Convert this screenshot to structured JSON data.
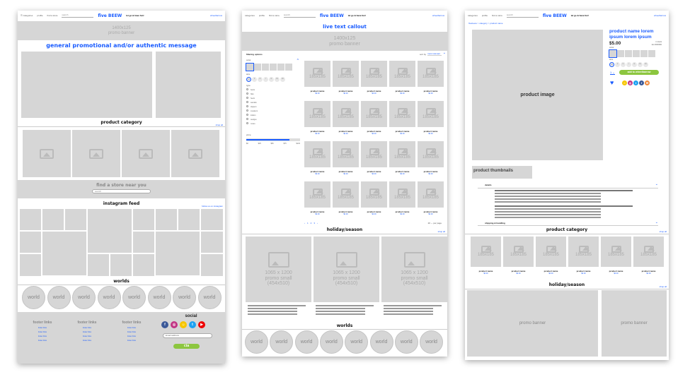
{
  "nav": {
    "categories": "categories",
    "profile": "profile",
    "store": "find a store",
    "search_placeholder": "search",
    "logo": "five BEEW",
    "tagline": "let go & have fun!",
    "wheelbarrow": "wheelbarrow"
  },
  "home": {
    "banner_size": "1400x125",
    "banner_label": "promo banner",
    "message": "general promotional and/or authentic message",
    "product_category": "product category",
    "shop_all": "shop all",
    "store_title": "find a store near you",
    "store_search": "search",
    "instagram": "instagram feed",
    "follow": "follow us on instagram",
    "worlds": "worlds",
    "world_items": [
      "world",
      "world",
      "world",
      "world",
      "world",
      "world",
      "world",
      "world"
    ],
    "footer_cols": [
      {
        "title": "footer links",
        "links": [
          "footer links",
          "footer links",
          "footer links",
          "footer links"
        ]
      },
      {
        "title": "footer links",
        "links": [
          "footer links",
          "footer links",
          "footer links",
          "footer links"
        ]
      },
      {
        "title": "footer links",
        "links": [
          "footer links",
          "footer links",
          "footer links",
          "footer links"
        ]
      }
    ],
    "social": "social",
    "email_placeholder": "Email address",
    "cta": "cta"
  },
  "plp": {
    "callout": "live text callout",
    "banner_size": "1400x125",
    "banner_label": "promo banner",
    "filter_title": "filtering options",
    "sort_label": "sort by",
    "sort_value": "most relevant",
    "color_label": "color",
    "size_label": "size",
    "sizes": [
      "XS",
      "S",
      "M",
      "L",
      "XL",
      "2XL",
      "3XL"
    ],
    "type_label": "type",
    "types": [
      "boots",
      "flats",
      "heels",
      "sandals",
      "slippers",
      "sneakers",
      "loafers",
      "wedges",
      "mules"
    ],
    "price_label": "price",
    "price_ticks": [
      "$0",
      "$25",
      "$50",
      "$75",
      "$100"
    ],
    "tile_size": "185x185",
    "tile_name": "product name",
    "tile_price": "$0.00",
    "pages": [
      "1",
      "2",
      "3"
    ],
    "per_page_label": "per page",
    "per_page": "20",
    "holiday": "holiday/season",
    "shop_all": "shop all",
    "promo": [
      "1065 x 1200",
      "promo small",
      "(454x510)"
    ],
    "worlds": "worlds",
    "world_items": [
      "world",
      "world",
      "world",
      "world",
      "world",
      "world",
      "world",
      "world"
    ]
  },
  "pdp": {
    "breadcrumb": "fivebeew > category > product name",
    "image_label": "product image",
    "thumbs_label": "product thumbnails",
    "name": "product name lorem ipsum lorem ipsum",
    "price": "$5.00",
    "stock": "in stock",
    "item_no": "sku 0000000",
    "color_label": "color",
    "size_label": "size",
    "sizes": [
      "XS",
      "S",
      "M",
      "L",
      "XL",
      "2XL",
      "3XL"
    ],
    "qty": "1",
    "add": "add to wheelbarrow",
    "details": "details",
    "shipping": "shipping & handling",
    "product_category": "product category",
    "shop_all": "shop all",
    "tile_size": "185x185",
    "tile_name": "product name",
    "tile_price": "$0.00",
    "holiday": "holiday/season",
    "banner_label": "promo banner"
  },
  "colors": {
    "accent": "#1a5cff",
    "cta": "#8cc63f",
    "placeholder": "#d6d6d6"
  }
}
